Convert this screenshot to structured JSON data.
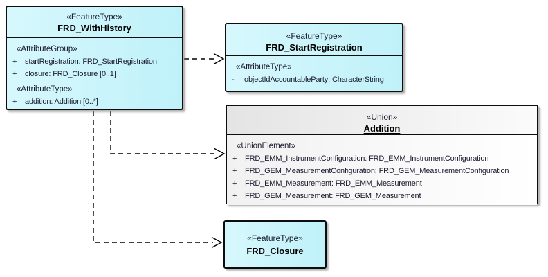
{
  "colors": {
    "class_fill": "#c6f2fa",
    "union_fill": "#f0f0f0",
    "border": "#0d0d0d",
    "connector": "#000000",
    "background": "#ffffff"
  },
  "classes": [
    {
      "stereotype": "«FeatureType»",
      "name": "FRD_WithHistory",
      "sections": [
        {
          "heading": "«AttributeGroup»",
          "members": [
            {
              "vis": "+",
              "text": "startRegistration: FRD_StartRegistration"
            },
            {
              "vis": "+",
              "text": "closure: FRD_Closure [0..1]"
            }
          ]
        },
        {
          "heading": "«AttributeType»",
          "members": [
            {
              "vis": "+",
              "text": "addition: Addition [0..*]"
            }
          ]
        }
      ]
    },
    {
      "stereotype": "«FeatureType»",
      "name": "FRD_StartRegistration",
      "sections": [
        {
          "heading": "«AttributeType»",
          "members": [
            {
              "vis": "-",
              "text": "objectIdAccountableParty: CharacterString"
            }
          ]
        }
      ]
    },
    {
      "stereotype": "«Union»",
      "name": "Addition",
      "sections": [
        {
          "heading": "«UnionElement»",
          "members": [
            {
              "vis": "+",
              "text": "FRD_EMM_InstrumentConfiguration: FRD_EMM_InstrumentConfiguration"
            },
            {
              "vis": "+",
              "text": "FRD_GEM_MeasurementConfiguration: FRD_GEM_MeasurementConfiguration"
            },
            {
              "vis": "+",
              "text": "FRD_EMM_Measurement: FRD_EMM_Measurement"
            },
            {
              "vis": "+",
              "text": "FRD_GEM_Measurement: FRD_GEM_Measurement"
            }
          ]
        }
      ]
    },
    {
      "stereotype": "«FeatureType»",
      "name": "FRD_Closure",
      "sections": []
    }
  ],
  "connectors": [
    {
      "type": "dependency",
      "from": "FRD_WithHistory",
      "to": "FRD_StartRegistration"
    },
    {
      "type": "dependency",
      "from": "FRD_WithHistory",
      "to": "Addition"
    },
    {
      "type": "dependency",
      "from": "FRD_WithHistory",
      "to": "FRD_Closure"
    }
  ]
}
